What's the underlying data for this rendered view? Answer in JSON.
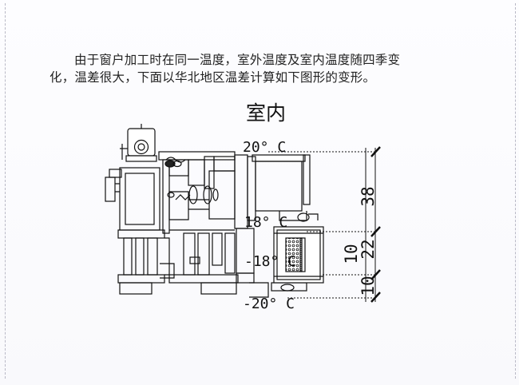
{
  "text": {
    "line1": "由于窗户加工时在同一温度，室外温度及室内温度随四季变",
    "line2": "化，温差很大，下面以华北地区温差计算如下图形的变形。"
  },
  "diagram": {
    "indoor_label": "室内",
    "temp_top": "20° C",
    "temp_mid_upper": "18° C",
    "temp_mid_lower": "-18° C",
    "temp_bottom": "-20° C",
    "dim_1": "38",
    "dim_2": "22",
    "dim_3": "10",
    "dim_4": "10"
  }
}
